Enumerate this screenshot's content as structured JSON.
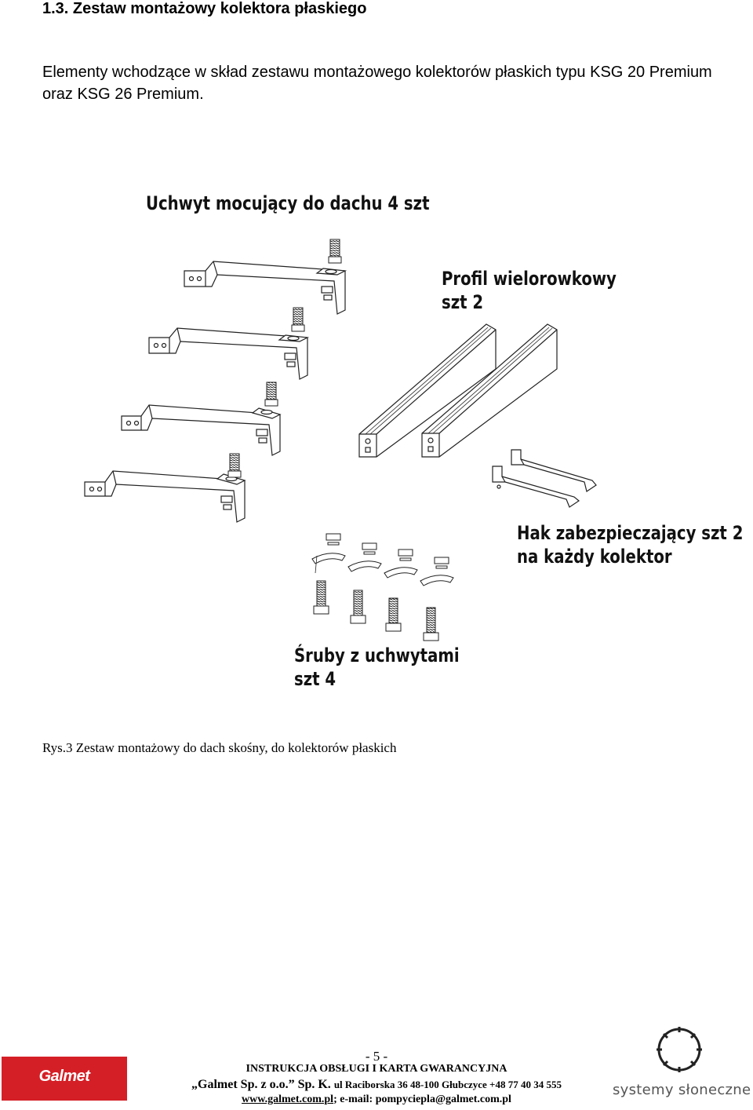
{
  "section_heading": "1.3. Zestaw montażowy kolektora płaskiego",
  "intro": "Elementy wchodzące w skład zestawu montażowego kolektorów płaskich typu KSG 20 Premium oraz KSG 26 Premium.",
  "labels": {
    "roof_bracket": "Uchwyt mocujący do dachu 4 szt",
    "profile_line1": "Profil wielorowkowy",
    "profile_line2": "szt 2",
    "hook_line1": "Hak zabezpieczający  szt 2",
    "hook_line2": "na każdy kolektor",
    "screws_line1": "Śruby z uchwytami",
    "screws_line2": "szt 4"
  },
  "caption": "Rys.3 Zestaw montażowy do dach skośny, do kolektorów płaskich",
  "footer": {
    "page_number": "- 5 -",
    "doc_title": "INSTRUKCJA OBSŁUGI I KARTA GWARANCYJNA",
    "company": "„Galmet Sp. z o.o.” Sp. K.",
    "address": "ul Raciborska 36 48-100 Głubczyce +48 77 40 34 555",
    "website": "www.galmet.com.pl",
    "email_text": "; e-mail: pompyciepla@galmet.com.pl",
    "logo_left": "Galmet",
    "logo_right": "systemy słoneczne"
  },
  "colors": {
    "logo_red": "#d51f26",
    "text": "#000000",
    "brand_grey": "#555555"
  }
}
